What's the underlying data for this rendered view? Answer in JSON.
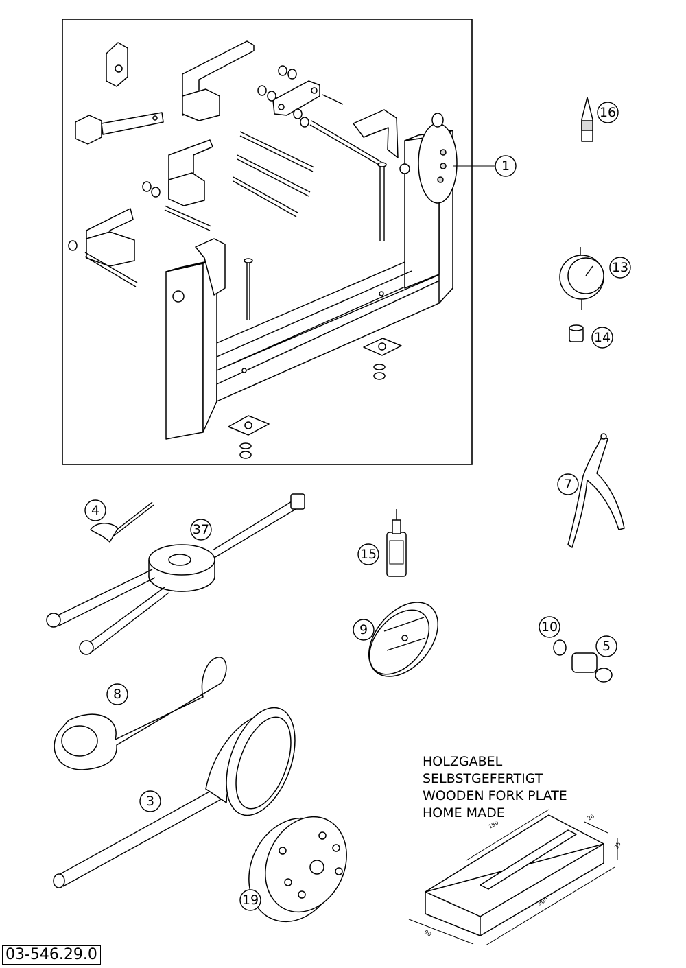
{
  "callouts": {
    "c1": "1",
    "c16": "16",
    "c13": "13",
    "c14": "14",
    "c7": "7",
    "c4": "4",
    "c37": "37",
    "c15": "15",
    "c9": "9",
    "c10": "10",
    "c5": "5",
    "c8": "8",
    "c3": "3",
    "c19": "19"
  },
  "note": {
    "line1": "HOLZGABEL",
    "line2": "SELBSTGEFERTIGT",
    "line3": "WOODEN FORK PLATE",
    "line4": "HOME MADE"
  },
  "dimensions": {
    "d180": "180",
    "d26": "26",
    "d35": "35",
    "d300": "300",
    "d90": "90"
  },
  "doc_number": "03-546.29.0"
}
